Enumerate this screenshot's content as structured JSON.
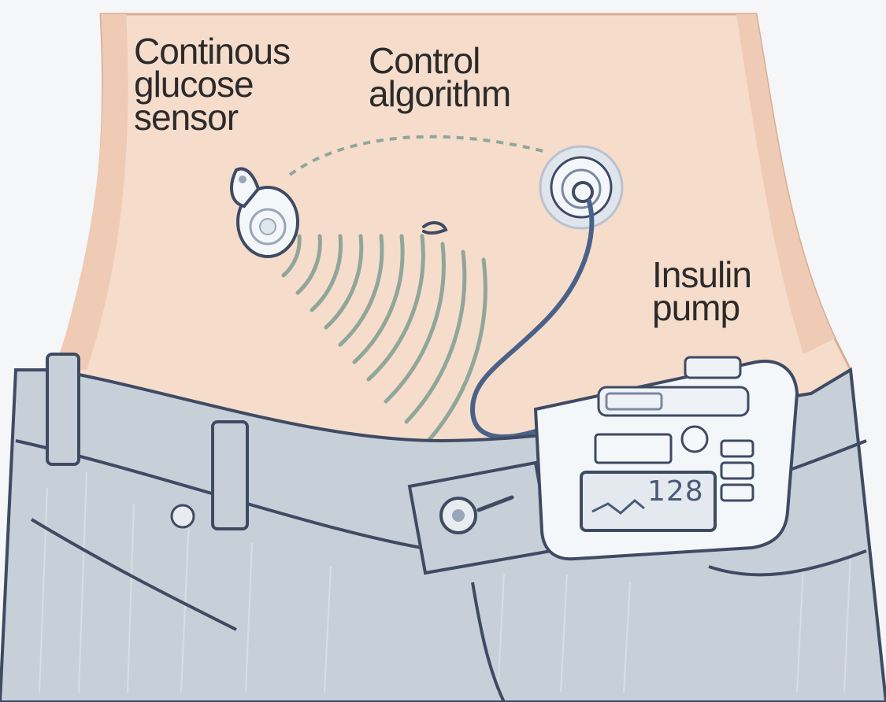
{
  "labels": {
    "sensor": [
      "Continous",
      "glucose",
      "sensor"
    ],
    "algorithm": [
      "Control",
      "algorithm"
    ],
    "pump": [
      "Insulin",
      "pump"
    ]
  },
  "pump_display": {
    "reading": "128"
  },
  "colors": {
    "skin": "#f6dccb",
    "skin_shadow": "#e9bfa6",
    "denim": "#c7cfd8",
    "denim_dark": "#8994a6",
    "outline": "#3f4a63",
    "signal": "#8fa79a",
    "device": "#f4f7fa",
    "tube": "#4a6289"
  }
}
